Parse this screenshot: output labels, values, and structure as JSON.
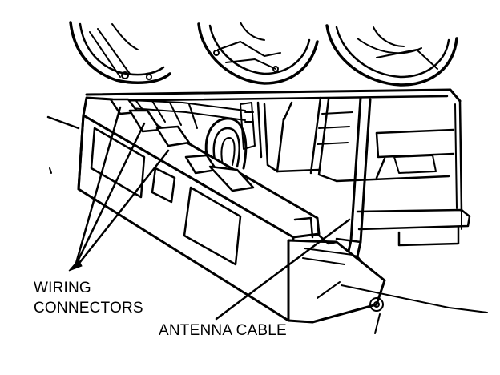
{
  "labels": {
    "wiring_line1": "WIRING",
    "wiring_line2": "CONNECTORS",
    "antenna": "ANTENNA CABLE"
  },
  "colors": {
    "ink": "#000000",
    "paper": "#ffffff"
  }
}
